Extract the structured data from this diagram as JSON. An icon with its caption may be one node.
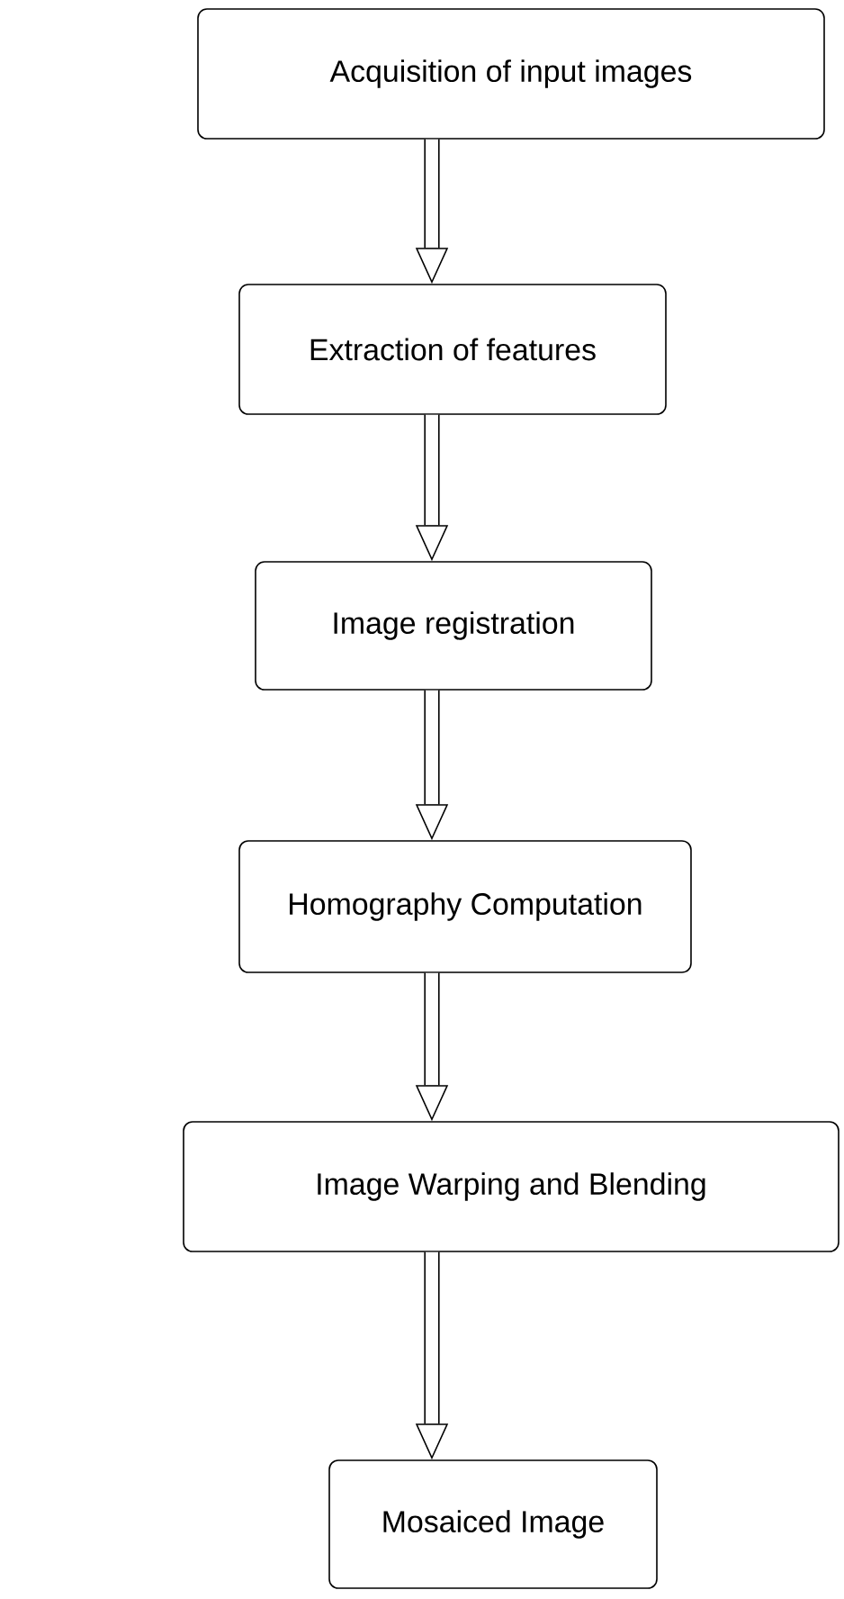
{
  "diagram": {
    "nodes": [
      {
        "text": [
          "Acquisition of input images"
        ]
      },
      {
        "text": [
          "Extraction of features"
        ]
      },
      {
        "text": [
          "Image registration"
        ]
      },
      {
        "text": [
          "Homography Computation"
        ]
      },
      {
        "text": [
          "Image Warping and Blending"
        ]
      },
      {
        "text": [
          "Mosaiced Image"
        ]
      }
    ],
    "edges": [
      {
        "from": 0,
        "to": 1,
        "arrow": "to"
      },
      {
        "from": 1,
        "to": 2,
        "arrow": "to"
      },
      {
        "from": 2,
        "to": 3,
        "arrow": "to"
      },
      {
        "from": 3,
        "to": 4,
        "arrow": "to"
      },
      {
        "from": 4,
        "to": 5,
        "arrow": "to"
      }
    ]
  }
}
